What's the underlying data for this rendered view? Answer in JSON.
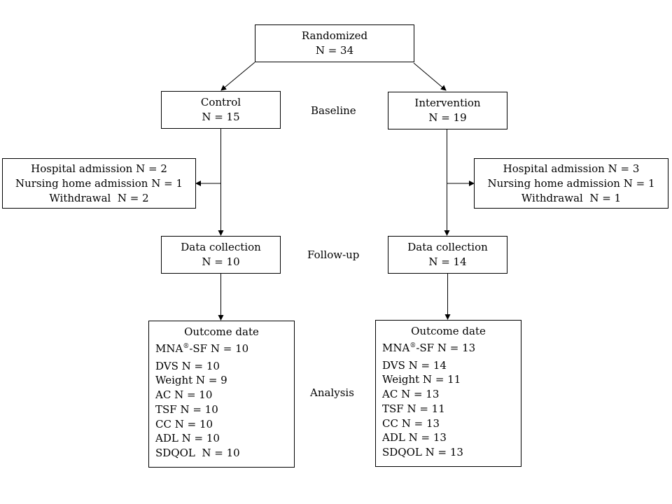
{
  "randomized": {
    "title": "Randomized",
    "n": "N = 34"
  },
  "stage_labels": {
    "baseline": "Baseline",
    "followup": "Follow-up",
    "analysis": "Analysis"
  },
  "control": {
    "group": {
      "title": "Control",
      "n": "N = 15"
    },
    "dropouts": [
      "Hospital admission N = 2",
      "Nursing home admission N = 1",
      "Withdrawal  N = 2"
    ],
    "followup": {
      "title": "Data collection",
      "n": "N = 10"
    },
    "outcome": {
      "title": "Outcome date",
      "mna_prefix": "MNA",
      "mna_sup": "®",
      "mna_rest": "-SF N = 10",
      "items": [
        "DVS N = 10",
        "Weight N = 9",
        "AC N = 10",
        "TSF N = 10",
        "CC N = 10",
        "ADL N = 10",
        "SDQOL  N = 10"
      ]
    }
  },
  "intervention": {
    "group": {
      "title": "Intervention",
      "n": "N = 19"
    },
    "dropouts": [
      "Hospital admission N = 3",
      "Nursing home admission N = 1",
      "Withdrawal  N = 1"
    ],
    "followup": {
      "title": "Data collection",
      "n": "N = 14"
    },
    "outcome": {
      "title": "Outcome date",
      "mna_prefix": "MNA",
      "mna_sup": "®",
      "mna_rest": "-SF N = 13",
      "items": [
        "DVS N = 14",
        "Weight N = 11",
        "AC N = 13",
        "TSF N = 11",
        "CC N = 13",
        "ADL N = 13",
        "SDQOL N = 13"
      ]
    }
  }
}
